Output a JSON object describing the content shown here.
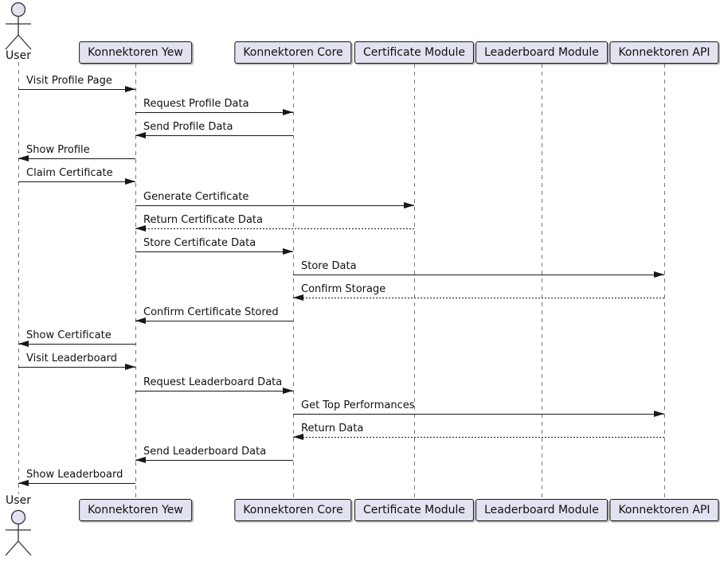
{
  "diagram": {
    "type": "sequence",
    "colors": {
      "background": "#FFFFFF",
      "participant_fill": "#E2E2F0",
      "participant_border": "#181818",
      "message_line": "#181818",
      "lifeline": "#777777",
      "text": "#111111"
    },
    "participants": [
      {
        "id": "user",
        "label": "User",
        "kind": "actor"
      },
      {
        "id": "yew",
        "label": "Konnektoren Yew",
        "kind": "participant"
      },
      {
        "id": "core",
        "label": "Konnektoren Core",
        "kind": "participant"
      },
      {
        "id": "cert",
        "label": "Certificate Module",
        "kind": "participant"
      },
      {
        "id": "leaderboard",
        "label": "Leaderboard Module",
        "kind": "participant"
      },
      {
        "id": "api",
        "label": "Konnektoren API",
        "kind": "participant"
      }
    ],
    "messages": [
      {
        "from": "user",
        "to": "yew",
        "label": "Visit Profile Page",
        "line": "solid"
      },
      {
        "from": "yew",
        "to": "core",
        "label": "Request Profile Data",
        "line": "solid"
      },
      {
        "from": "core",
        "to": "yew",
        "label": "Send Profile Data",
        "line": "solid"
      },
      {
        "from": "yew",
        "to": "user",
        "label": "Show Profile",
        "line": "solid"
      },
      {
        "from": "user",
        "to": "yew",
        "label": "Claim Certificate",
        "line": "solid"
      },
      {
        "from": "yew",
        "to": "cert",
        "label": "Generate Certificate",
        "line": "solid"
      },
      {
        "from": "cert",
        "to": "yew",
        "label": "Return Certificate Data",
        "line": "dashed"
      },
      {
        "from": "yew",
        "to": "core",
        "label": "Store Certificate Data",
        "line": "solid"
      },
      {
        "from": "core",
        "to": "api",
        "label": "Store Data",
        "line": "solid"
      },
      {
        "from": "api",
        "to": "core",
        "label": "Confirm Storage",
        "line": "dashed"
      },
      {
        "from": "core",
        "to": "yew",
        "label": "Confirm Certificate Stored",
        "line": "solid"
      },
      {
        "from": "yew",
        "to": "user",
        "label": "Show Certificate",
        "line": "solid"
      },
      {
        "from": "user",
        "to": "yew",
        "label": "Visit Leaderboard",
        "line": "solid"
      },
      {
        "from": "yew",
        "to": "core",
        "label": "Request Leaderboard Data",
        "line": "solid"
      },
      {
        "from": "core",
        "to": "api",
        "label": "Get Top Performances",
        "line": "solid"
      },
      {
        "from": "api",
        "to": "core",
        "label": "Return Data",
        "line": "dashed"
      },
      {
        "from": "core",
        "to": "yew",
        "label": "Send Leaderboard Data",
        "line": "solid"
      },
      {
        "from": "yew",
        "to": "user",
        "label": "Show Leaderboard",
        "line": "solid"
      }
    ]
  }
}
